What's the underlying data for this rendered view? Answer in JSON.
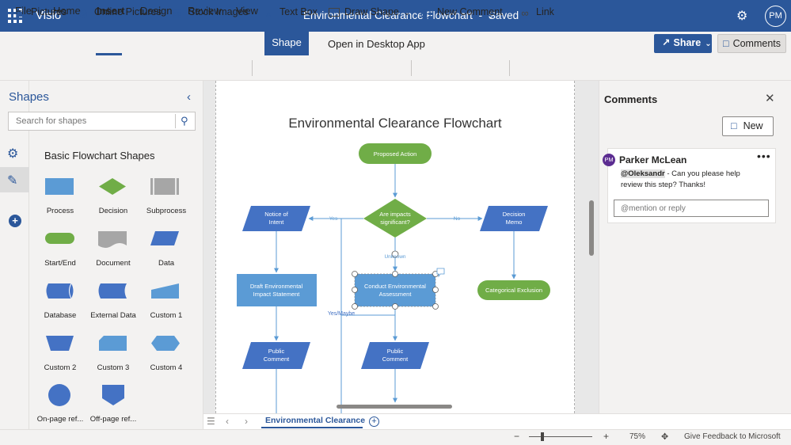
{
  "app": {
    "name": "Visio",
    "document_title": "Environmental Clearance Flowchart",
    "save_state": "Saved",
    "title_separator": "-",
    "user_initials": "PM"
  },
  "ribbon": {
    "tabs": [
      "File",
      "Home",
      "Insert",
      "Design",
      "Review",
      "View"
    ],
    "active_tab": "Insert",
    "context_tab": "Shape",
    "open_desktop": "Open in Desktop App",
    "share_label": "Share",
    "comments_label": "Comments"
  },
  "toolbar": {
    "pictures": "Pictures",
    "online_pictures": "Online Pictures",
    "stock_images": "Stock Images",
    "text_box": "Text Box",
    "draw_shape": "Draw Shape",
    "new_comment": "New Comment",
    "link": "Link"
  },
  "shapes_panel": {
    "title": "Shapes",
    "search_placeholder": "Search for shapes",
    "stencil_title": "Basic Flowchart Shapes",
    "items": [
      {
        "label": "Process",
        "icon": "process-rectangle"
      },
      {
        "label": "Decision",
        "icon": "decision-diamond"
      },
      {
        "label": "Subprocess",
        "icon": "subprocess-rectangle"
      },
      {
        "label": "Start/End",
        "icon": "start-end-pill"
      },
      {
        "label": "Document",
        "icon": "document-wave"
      },
      {
        "label": "Data",
        "icon": "data-parallelogram"
      },
      {
        "label": "Database",
        "icon": "database-cylinder"
      },
      {
        "label": "External Data",
        "icon": "external-data"
      },
      {
        "label": "Custom 1",
        "icon": "custom-1"
      },
      {
        "label": "Custom 2",
        "icon": "custom-2-trapezoid"
      },
      {
        "label": "Custom 3",
        "icon": "custom-3"
      },
      {
        "label": "Custom 4",
        "icon": "custom-4-hexagon"
      },
      {
        "label": "On-page ref...",
        "icon": "on-page-ref-circle"
      },
      {
        "label": "Off-page ref...",
        "icon": "off-page-ref-pentagon"
      }
    ]
  },
  "diagram": {
    "title": "Environmental Clearance Flowchart",
    "nodes": {
      "proposed_action": "Proposed Action",
      "are_impacts_1": "Are impacts",
      "are_impacts_2": "significant?",
      "notice_1": "Notice of",
      "notice_2": "Intent",
      "decision_memo_1": "Decision",
      "decision_memo_2": "Memo",
      "draft_1": "Draft Environmental",
      "draft_2": "Impact Statement",
      "conduct_1": "Conduct Environmental",
      "conduct_2": "Assessment",
      "categorical": "Categorical Exclusion",
      "public_1": "Public",
      "public_2": "Comment"
    },
    "edge_labels": {
      "yes": "Yes",
      "no": "No",
      "unknown": "Unknown",
      "yes_maybe": "Yes/Maybe"
    }
  },
  "comments_panel": {
    "title": "Comments",
    "new_label": "New",
    "comment": {
      "initials": "PM",
      "author": "Parker McLean",
      "mention": "@Oleksandr",
      "text": "- Can you please help review this step? Thanks!",
      "more": "•••"
    },
    "reply_placeholder": "@mention or reply"
  },
  "sheet": {
    "tab_label": "Environmental Clearance"
  },
  "status": {
    "zoom_minus": "−",
    "zoom_plus": "+",
    "zoom": "75%",
    "feedback": "Give Feedback to Microsoft"
  },
  "colors": {
    "brand": "#2b579a",
    "green": "#70ad47",
    "blue_shape": "#4472c4",
    "light_blue": "#5b9bd5",
    "connector": "#5b9bd5"
  }
}
